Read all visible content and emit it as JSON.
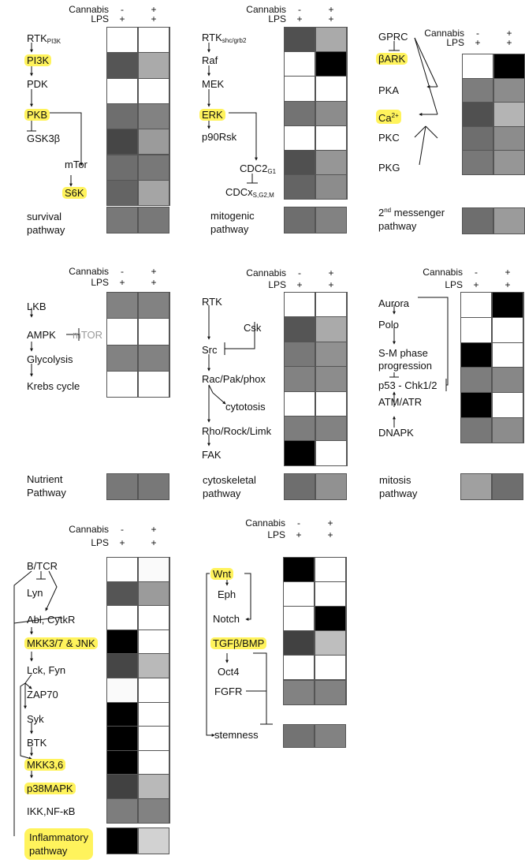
{
  "header": {
    "cannabis": "Cannabis",
    "lps": "LPS",
    "minus": "-",
    "plus": "+"
  },
  "palette": {
    "yellow": "#fff35c",
    "cell_border": "#555555",
    "text": "#111111",
    "grey_text": "#9a9a9a"
  },
  "panels": [
    {
      "id": "survival",
      "labels": [
        {
          "text": "RTK",
          "sub": "PI3K"
        },
        {
          "text": "PI3K",
          "hl": true
        },
        {
          "text": "PDK"
        },
        {
          "text": "PKB",
          "hl": true
        },
        {
          "text": "GSK3β"
        },
        {
          "text": "mTor"
        },
        {
          "text": "S6K",
          "hl": true
        }
      ],
      "rows": [
        [
          255,
          255
        ],
        [
          85,
          170
        ],
        [
          255,
          255
        ],
        [
          110,
          130
        ],
        [
          70,
          155
        ],
        [
          110,
          120
        ],
        [
          100,
          165
        ]
      ],
      "pathway": {
        "lines": [
          "survival",
          "pathway"
        ],
        "values": [
          120,
          120
        ]
      }
    },
    {
      "id": "mitogenic",
      "labels": [
        {
          "text": "RTK",
          "sub": "shc/grb2"
        },
        {
          "text": "Raf"
        },
        {
          "text": "MEK"
        },
        {
          "text": "ERK",
          "hl": true
        },
        {
          "text": "p90Rsk"
        },
        {
          "text": "CDC2",
          "sub": "G1"
        },
        {
          "text": "CDCx",
          "sub": "S,G2,M"
        }
      ],
      "rows": [
        [
          80,
          170
        ],
        [
          255,
          0
        ],
        [
          255,
          255
        ],
        [
          115,
          140
        ],
        [
          255,
          255
        ],
        [
          80,
          150
        ],
        [
          100,
          140
        ]
      ],
      "pathway": {
        "lines": [
          "mitogenic",
          "pathway"
        ],
        "values": [
          110,
          130
        ]
      }
    },
    {
      "id": "second_messenger",
      "labels": [
        {
          "text": "GPRC"
        },
        {
          "text": "βARK",
          "hl": true
        },
        {
          "text": "PKA"
        },
        {
          "text": "Ca",
          "sup": "2+",
          "hl": true
        },
        {
          "text": "PKC"
        },
        {
          "text": "PKG"
        }
      ],
      "rows": [
        [
          255,
          0
        ],
        [
          125,
          140
        ],
        [
          80,
          180
        ],
        [
          110,
          140
        ],
        [
          120,
          150
        ]
      ],
      "pathway": {
        "lines": [
          "2nd messenger",
          "pathway"
        ],
        "values": [
          110,
          155
        ]
      }
    },
    {
      "id": "nutrient",
      "labels": [
        {
          "text": "LKB"
        },
        {
          "text": "AMPK"
        },
        {
          "text": "mTOR",
          "grey": true
        },
        {
          "text": "Glycolysis"
        },
        {
          "text": "Krebs cycle"
        }
      ],
      "rows": [
        [
          130,
          130
        ],
        [
          255,
          255
        ],
        [
          130,
          130
        ],
        [
          255,
          255
        ]
      ],
      "pathway": {
        "lines": [
          "Nutrient",
          "Pathway"
        ],
        "values": [
          120,
          120
        ]
      }
    },
    {
      "id": "cytoskeletal",
      "labels": [
        {
          "text": "RTK"
        },
        {
          "text": "Csk"
        },
        {
          "text": "Src"
        },
        {
          "text": "Rac/Pak/phox"
        },
        {
          "text": "cytotosis"
        },
        {
          "text": "Rho/Rock/Limk"
        },
        {
          "text": "FAK"
        }
      ],
      "rows": [
        [
          255,
          255
        ],
        [
          85,
          170
        ],
        [
          120,
          145
        ],
        [
          130,
          140
        ],
        [
          255,
          255
        ],
        [
          125,
          130
        ],
        [
          0,
          255
        ]
      ],
      "pathway": {
        "lines": [
          "cytoskeletal",
          "pathway"
        ],
        "values": [
          110,
          145
        ]
      }
    },
    {
      "id": "mitosis",
      "labels": [
        {
          "text": "Aurora"
        },
        {
          "text": "Polo"
        },
        {
          "text": "S-M phase"
        },
        {
          "text": "progression"
        },
        {
          "text": "p53 - Chk1/2"
        },
        {
          "text": "ATM/ATR"
        },
        {
          "text": "DNAPK"
        }
      ],
      "rows": [
        [
          255,
          0
        ],
        [
          255,
          255
        ],
        [
          0,
          255
        ],
        [
          125,
          135
        ],
        [
          0,
          255
        ],
        [
          120,
          140
        ]
      ],
      "pathway": {
        "lines": [
          "mitosis",
          "pathway"
        ],
        "values": [
          160,
          110
        ]
      }
    },
    {
      "id": "inflammatory",
      "labels": [
        {
          "text": "B/TCR"
        },
        {
          "text": "Lyn"
        },
        {
          "text": "Abl, CytkR"
        },
        {
          "text": "MKK3/7 & JNK",
          "hl": true
        },
        {
          "text": "Lck, Fyn"
        },
        {
          "text": "ZAP70"
        },
        {
          "text": "Syk"
        },
        {
          "text": "BTK"
        },
        {
          "text": "MKK3,6",
          "hl": true
        },
        {
          "text": "p38MAPK",
          "hl": true
        },
        {
          "text": "IKK,NF-κB"
        }
      ],
      "rows": [
        [
          255,
          250
        ],
        [
          85,
          155
        ],
        [
          255,
          255
        ],
        [
          0,
          255
        ],
        [
          70,
          185
        ],
        [
          250,
          255
        ],
        [
          0,
          255
        ],
        [
          0,
          255
        ],
        [
          0,
          255
        ],
        [
          65,
          185
        ],
        [
          125,
          130
        ]
      ],
      "pathway": {
        "lines": [
          "Inflammatory",
          "pathway"
        ],
        "values": [
          0,
          210
        ],
        "hl": true
      }
    },
    {
      "id": "stemness",
      "labels": [
        {
          "text": "Wnt",
          "hl": true
        },
        {
          "text": "Eph"
        },
        {
          "text": "Notch"
        },
        {
          "text": "TGFβ/BMP",
          "hl": true
        },
        {
          "text": "Oct4"
        },
        {
          "text": "FGFR"
        },
        {
          "text": "stemness"
        }
      ],
      "rows": [
        [
          0,
          255
        ],
        [
          255,
          255
        ],
        [
          255,
          0
        ],
        [
          65,
          190
        ],
        [
          255,
          255
        ],
        [
          130,
          130
        ]
      ],
      "pathway": {
        "lines": [],
        "values": [
          115,
          130
        ]
      }
    }
  ]
}
